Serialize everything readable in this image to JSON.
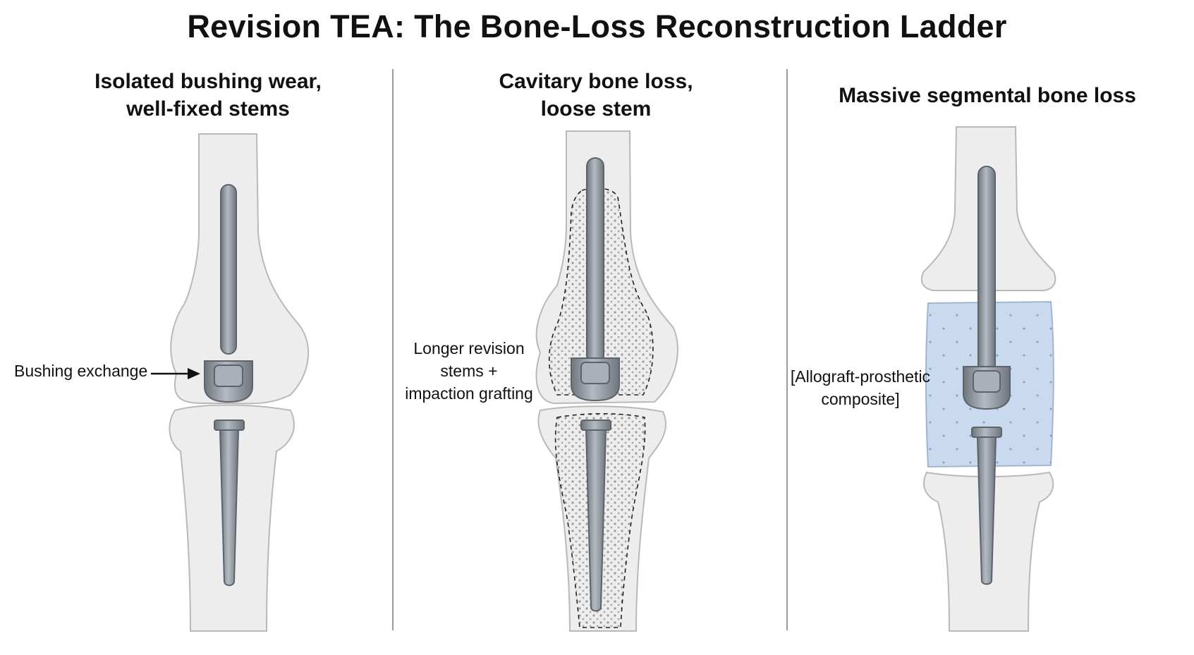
{
  "title": "Revision TEA: The Bone-Loss Reconstruction Ladder",
  "panels": [
    {
      "title_line1": "Isolated bushing wear,",
      "title_line2": "well-fixed stems",
      "callout": "Bushing exchange"
    },
    {
      "title_line1": "Cavitary bone loss,",
      "title_line2": "loose stem",
      "callout_line1": "Longer revision",
      "callout_line2": "stems +",
      "callout_line3": "impaction grafting"
    },
    {
      "title_line1": "Massive segmental bone loss",
      "callout_line1": "[Allograft-prosthetic",
      "callout_line2": "composite]"
    }
  ],
  "colors": {
    "bone_fill": "#ededed",
    "bone_outline": "#b9b9b9",
    "implant": "#8f959d",
    "implant_dark": "#5d636b",
    "allograft": "#c9d9ee",
    "divider": "#9a9a9a"
  }
}
